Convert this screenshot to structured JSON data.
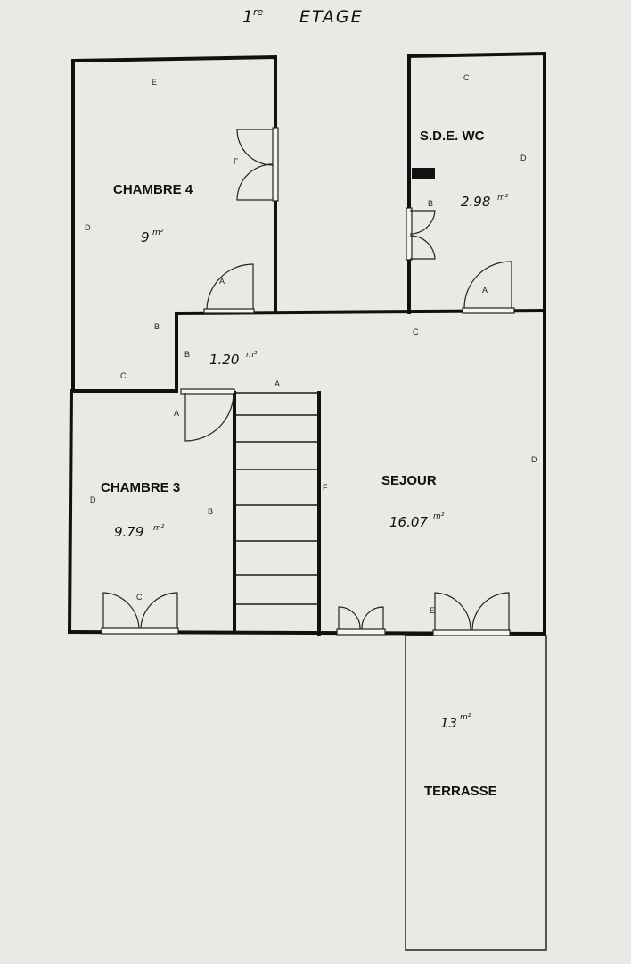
{
  "title": {
    "main": "1",
    "sup": "re",
    "rest": "ETAGE"
  },
  "rooms": {
    "chambre4": {
      "name": "CHAMBRE 4",
      "area": "9",
      "unit": "m²"
    },
    "sde": {
      "name": "S.D.E. WC",
      "area": "2.98",
      "unit": "m²"
    },
    "degagement": {
      "area": "1.20",
      "unit": "m²"
    },
    "chambre3": {
      "name": "CHAMBRE 3",
      "area": "9.79",
      "unit": "m²"
    },
    "sejour": {
      "name": "SEJOUR",
      "area": "16.07",
      "unit": "m²"
    },
    "terrasse": {
      "name": "TERRASSE",
      "area": "13",
      "unit": "m²"
    }
  },
  "markers": {
    "ch4_top": "E",
    "ch4_door_side": "F",
    "ch4_left": "D",
    "ch4_door": "A",
    "ch4_bottom_b": "B",
    "ch4_bottom_c": "C",
    "sde_top": "C",
    "sde_right": "D",
    "sde_left": "B",
    "sde_door": "A",
    "deg_left": "B",
    "deg_top": "C",
    "deg_stair": "A",
    "ch3_door": "A",
    "ch3_left": "D",
    "ch3_right": "B",
    "ch3_bottom": "C",
    "sej_left": "F",
    "sej_right": "D",
    "sej_bottom": "E"
  },
  "colors": {
    "paper": "#e9e9e6",
    "wall": "#111111",
    "line": "#1a1a1a"
  }
}
